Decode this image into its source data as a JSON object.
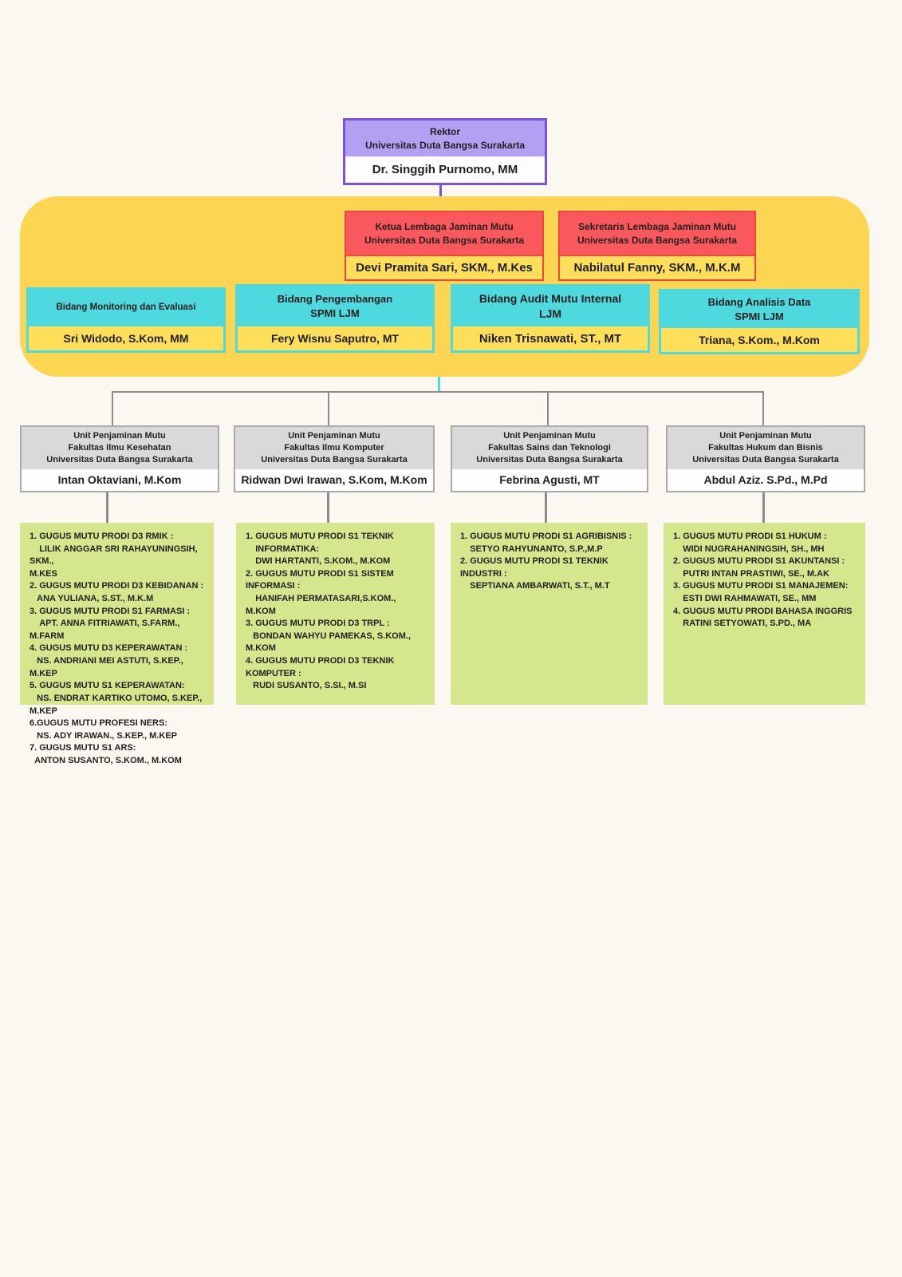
{
  "colors": {
    "background": "#FAF8F1",
    "container_yellow": "#FCD653",
    "purple_border": "#7B52DB",
    "purple_fill": "#B2A0F2",
    "red_fill": "#F9595C",
    "cyan_fill": "#4ED9DE",
    "name_strip_yellow": "#FFDE59",
    "gray_header": "#D9D9D9",
    "green_fill": "#D4E78C",
    "connector_gray": "#8C8C8C"
  },
  "rektor": {
    "title": [
      "Rektor",
      "Universitas Duta Bangsa Surakarta"
    ],
    "name": "Dr. Singgih Purnomo, MM"
  },
  "leaders": [
    {
      "title": [
        "Ketua Lembaga Jaminan Mutu",
        "Universitas Duta Bangsa Surakarta"
      ],
      "name": "Devi Pramita Sari, SKM., M.Kes"
    },
    {
      "title": [
        "Sekretaris Lembaga Jaminan Mutu",
        "Universitas Duta Bangsa Surakarta"
      ],
      "name": "Nabilatul Fanny, SKM., M.K.M"
    }
  ],
  "bidang": [
    {
      "title": [
        "Bidang Monitoring dan Evaluasi"
      ],
      "name": "Sri Widodo, S.Kom, MM"
    },
    {
      "title": [
        "Bidang Pengembangan",
        "SPMI LJM"
      ],
      "name": "Fery Wisnu Saputro, MT"
    },
    {
      "title": [
        "Bidang Audit Mutu Internal",
        "LJM"
      ],
      "name": "Niken Trisnawati, ST., MT"
    },
    {
      "title": [
        "Bidang Analisis Data",
        "SPMI LJM"
      ],
      "name": "Triana, S.Kom., M.Kom"
    }
  ],
  "units": [
    {
      "title": [
        "Unit Penjaminan Mutu",
        "Fakultas Ilmu Kesehatan",
        "Universitas Duta Bangsa Surakarta"
      ],
      "name": "Intan Oktaviani, M.Kom"
    },
    {
      "title": [
        "Unit Penjaminan Mutu",
        "Fakultas Ilmu Komputer",
        "Universitas Duta Bangsa Surakarta"
      ],
      "name": "Ridwan Dwi Irawan, S.Kom, M.Kom"
    },
    {
      "title": [
        "Unit Penjaminan Mutu",
        "Fakultas Sains dan Teknologi",
        "Universitas Duta Bangsa Surakarta"
      ],
      "name": "Febrina Agusti, MT"
    },
    {
      "title": [
        "Unit Penjaminan Mutu",
        "Fakultas Hukum dan Bisnis",
        "Universitas Duta Bangsa Surakarta"
      ],
      "name": "Abdul Aziz. S.Pd., M.Pd"
    }
  ],
  "gugus": [
    {
      "lines": [
        "1. GUGUS MUTU PRODI D3 RMIK :",
        "    LILIK ANGGAR SRI RAHAYUNINGSIH, SKM.,",
        "M.KES",
        "2. GUGUS MUTU PRODI D3 KEBIDANAN :",
        "   ANA YULIANA, S.ST., M.K.M",
        "3. GUGUS MUTU PRODI S1 FARMASI :",
        "    APT. ANNA FITRIAWATI, S.FARM., M.FARM",
        "4. GUGUS MUTU D3 KEPERAWATAN :",
        "   NS. ANDRIANI MEI ASTUTI, S.KEP., M.KEP",
        "5. GUGUS MUTU S1 KEPERAWATAN:",
        "   NS. ENDRAT KARTIKO UTOMO, S.KEP.,",
        "M.KEP",
        "6.GUGUS MUTU PROFESI NERS:",
        "   NS. ADY IRAWAN., S.KEP., M.KEP",
        "7. GUGUS MUTU S1 ARS:",
        "  ANTON SUSANTO, S.KOM., M.KOM"
      ]
    },
    {
      "lines": [
        "1. GUGUS MUTU PRODI S1 TEKNIK",
        "    INFORMATIKA:",
        "    DWI HARTANTI, S.KOM., M.KOM",
        "2. GUGUS MUTU PRODI S1 SISTEM INFORMASI :",
        "    HANIFAH PERMATASARI,S.KOM., M.KOM",
        "3. GUGUS MUTU PRODI D3 TRPL :",
        "   BONDAN WAHYU PAMEKAS, S.KOM., M.KOM",
        "4. GUGUS MUTU PRODI D3 TEKNIK KOMPUTER :",
        "   RUDI SUSANTO, S.SI., M.SI"
      ]
    },
    {
      "lines": [
        "1. GUGUS MUTU PRODI S1 AGRIBISNIS :",
        "    SETYO RAHYUNANTO, S.P.,M.P",
        "2. GUGUS MUTU PRODI S1 TEKNIK INDUSTRI :",
        "    SEPTIANA AMBARWATI, S.T., M.T"
      ]
    },
    {
      "lines": [
        "1. GUGUS MUTU PRODI S1 HUKUM :",
        "    WIDI NUGRAHANINGSIH, SH., MH",
        "2. GUGUS MUTU PRODI S1 AKUNTANSI :",
        "    PUTRI INTAN PRASTIWI, SE., M.AK",
        "3. GUGUS MUTU PRODI S1 MANAJEMEN:",
        "    ESTI DWI RAHMAWATI, SE., MM",
        "4. GUGUS MUTU PRODI BAHASA INGGRIS",
        "    RATINI SETYOWATI, S.PD., MA"
      ]
    }
  ]
}
